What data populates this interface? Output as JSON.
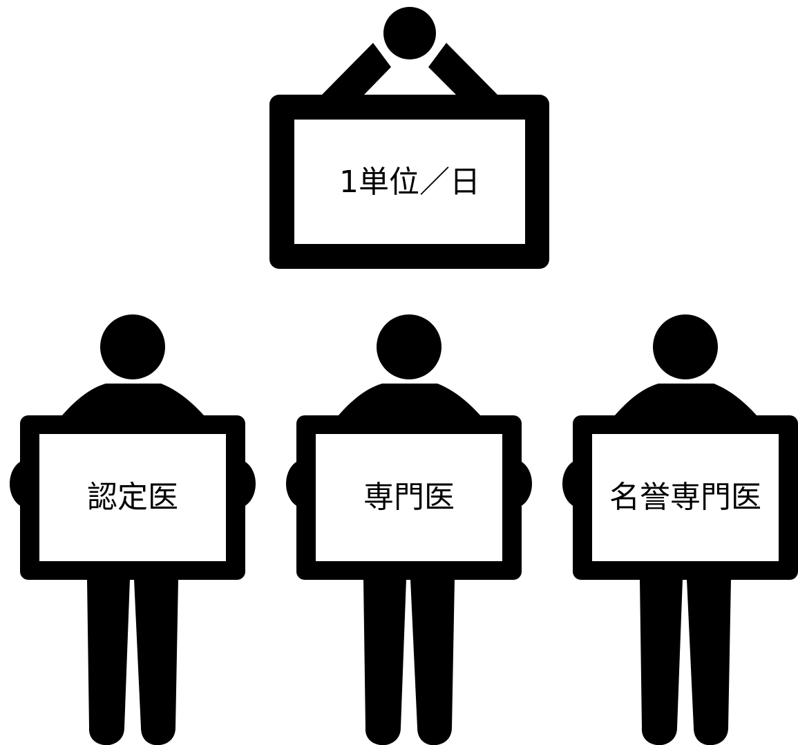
{
  "colors": {
    "ink": "#000000",
    "paper": "#ffffff"
  },
  "hanging_sign": {
    "text": "1単位／日",
    "icon": "hanging-sign-icon"
  },
  "people": [
    {
      "label": "認定医",
      "icon": "person-holding-sign-icon"
    },
    {
      "label": "専門医",
      "icon": "person-holding-sign-icon"
    },
    {
      "label": "名誉専門医",
      "icon": "person-holding-sign-icon"
    }
  ]
}
